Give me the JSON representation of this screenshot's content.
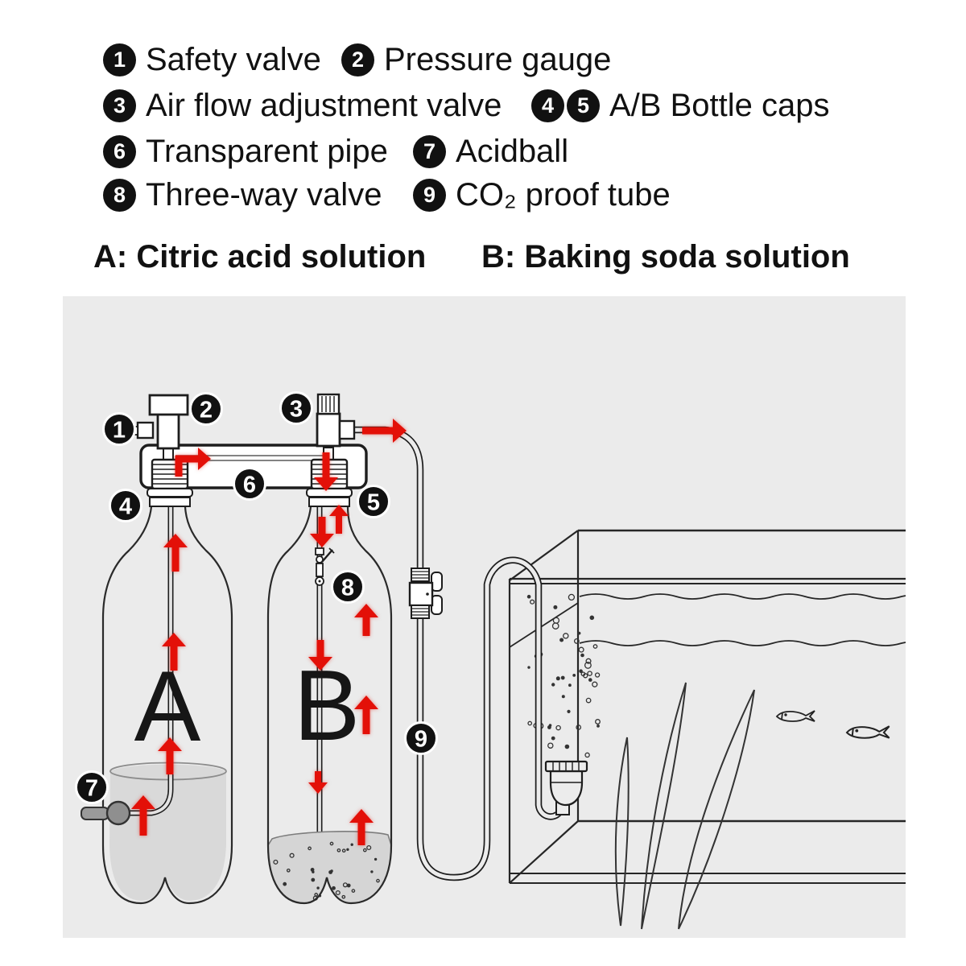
{
  "legend": {
    "items": [
      {
        "circles": [
          "1"
        ],
        "label": "Safety valve"
      },
      {
        "circles": [
          "2"
        ],
        "label": "Pressure gauge"
      },
      {
        "circles": [
          "3"
        ],
        "label": "Air flow adjustment valve"
      },
      {
        "circles": [
          "4",
          "5"
        ],
        "label": "A/B Bottle caps"
      },
      {
        "circles": [
          "6"
        ],
        "label": "Transparent pipe"
      },
      {
        "circles": [
          "7"
        ],
        "label": "Acidball"
      },
      {
        "circles": [
          "8"
        ],
        "label": "Three-way valve"
      },
      {
        "circles": [
          "9"
        ],
        "label": "CO₂ proof tube"
      }
    ],
    "solution_a": "A: Citric acid solution",
    "solution_b": "B: Baking soda solution"
  },
  "diagram": {
    "bottle_a_letter": "A",
    "bottle_b_letter": "B",
    "markers": {
      "m1": "1",
      "m2": "2",
      "m3": "3",
      "m4": "4",
      "m5": "5",
      "m6": "6",
      "m7": "7",
      "m8": "8",
      "m9": "9"
    },
    "colors": {
      "arrow_red": "#e31008",
      "panel_bg": "#ebebeb",
      "liquid_gray": "#d9d9d9",
      "ink": "#222222"
    }
  }
}
